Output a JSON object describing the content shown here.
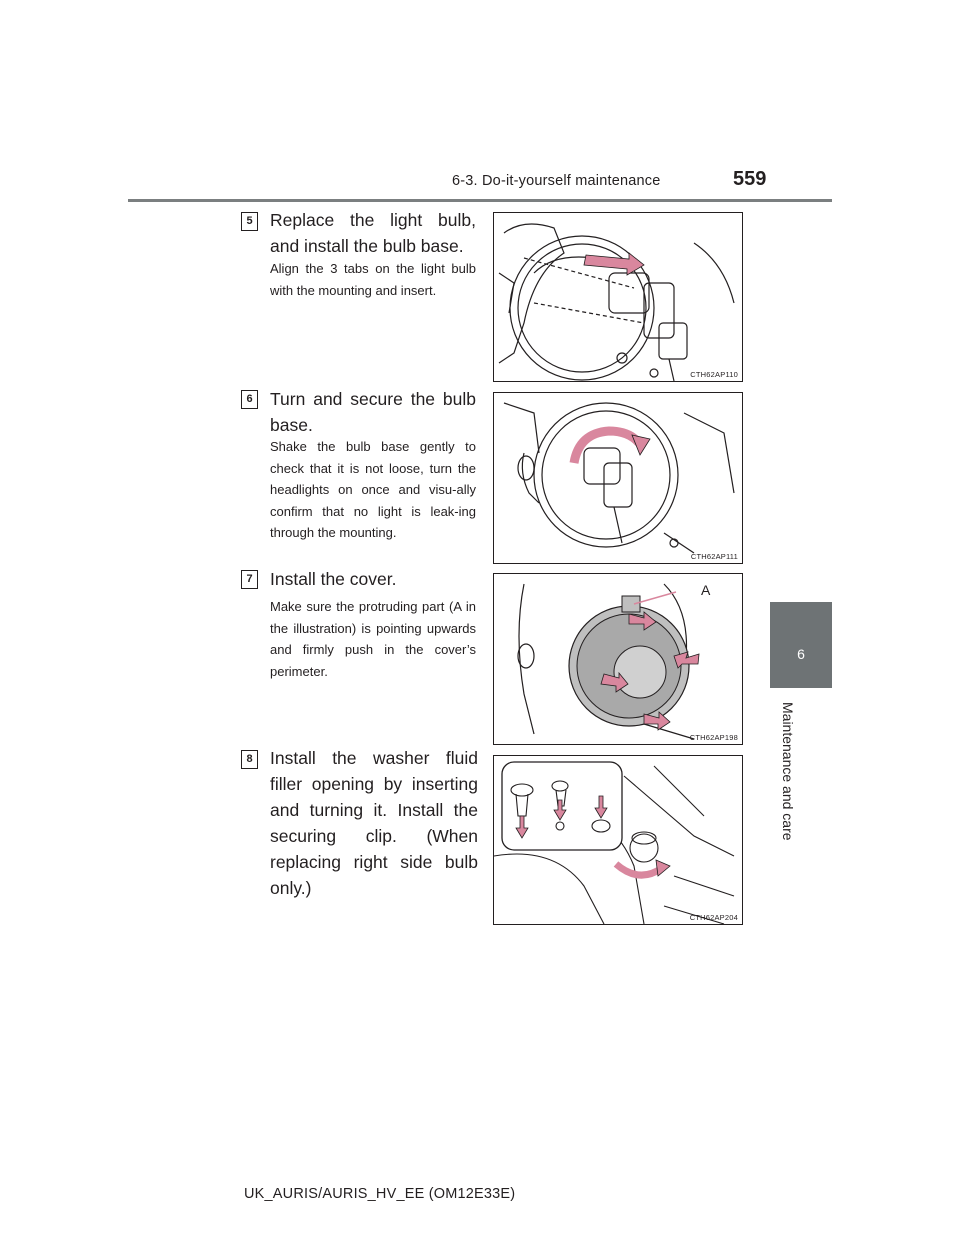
{
  "header": {
    "section": "6-3. Do-it-yourself maintenance",
    "page_number": "559"
  },
  "side_tab": {
    "chapter_number": "6",
    "chapter_title": "Maintenance and care"
  },
  "steps": [
    {
      "number": "5",
      "title": "Replace the light bulb, and install the bulb base.",
      "note": "Align the 3 tabs on the light bulb with the mounting and insert.",
      "figure_code": "CTH62AP110"
    },
    {
      "number": "6",
      "title": "Turn and secure the bulb base.",
      "note": "Shake the bulb base gently to check that it is not loose, turn the headlights on once and visu-ally confirm that no light is leak-ing through the mounting.",
      "figure_code": "CTH62AP111"
    },
    {
      "number": "7",
      "title": "Install the cover.",
      "note": "Make sure the protruding part (A in the illustration) is pointing upwards and firmly push in the cover’s perimeter.",
      "figure_code": "CTH62AP198",
      "callout_label": "A"
    },
    {
      "number": "8",
      "title": "Install the washer fluid filler opening by inserting and turning it. Install the securing clip. (When replacing right side bulb only.)",
      "note": "",
      "figure_code": "CTH62AP204"
    }
  ],
  "colors": {
    "arrow_fill": "#d9879e",
    "rule": "#7b7f80",
    "side_tab": "#6e7375"
  },
  "footer": {
    "manual_code": "UK_AURIS/AURIS_HV_EE (OM12E33E)"
  }
}
